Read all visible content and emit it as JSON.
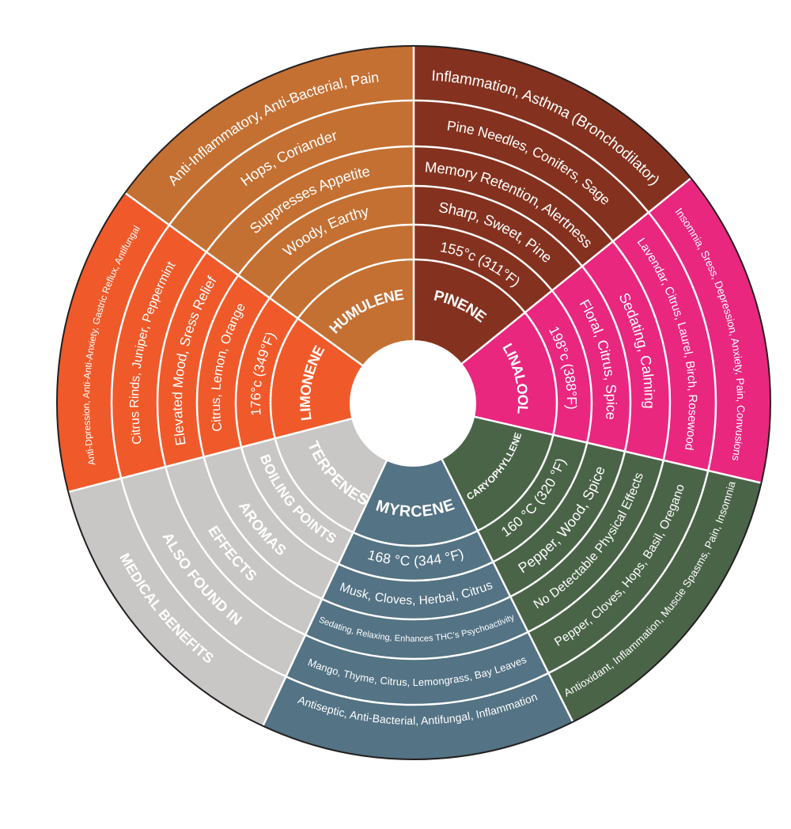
{
  "wheel": {
    "center_hole_color": "#FFFFFF",
    "divider_color": "#FFFFFF",
    "outline_color": "#231F20",
    "text_color": "#FFFFFF",
    "legend": {
      "color": "#C8C7C5",
      "title": "TERPENES",
      "rings": {
        "boiling_points": "BOILING POINTS",
        "aromas": "AROMAS",
        "effects": "EFFECTS",
        "also_found_in": "ALSO FOUND IN",
        "medical_benefits": "MEDICAL BENEFITS"
      }
    },
    "terpenes": [
      {
        "name": "PINENE",
        "color": "#84321F",
        "boiling_point": "155°c (311°F)",
        "aromas": "Sharp, Sweet, Pine",
        "effects": "Memory Retention, Alertness",
        "also_found_in": "Pine Needles, Conifers, Sage",
        "medical_benefits": "Inflammation, Asthma (Bronchodilator)"
      },
      {
        "name": "LINALOOL",
        "color": "#E9277F",
        "boiling_point": "198°c (388°F)",
        "aromas": "Floral, Citrus, Spice",
        "effects": "Sedating, Calming",
        "also_found_in": "Lavendar, Citrus, Laurel, Birch, Rosewood",
        "medical_benefits": "Insomnia, Sress, Depression, Anxiety, Pain, Convusions"
      },
      {
        "name": "CARYOPHYLLENE",
        "color": "#4A6448",
        "boiling_point": "160 °C (320 °F)",
        "aromas": "Pepper, Wood, Spice",
        "effects": "No Detectable Physical Effects",
        "also_found_in": "Pepper, Cloves, Hops, Basil, Oregano",
        "medical_benefits": "Antioxidant, Inflammation, Muscle Spasms, Pain, Insomnia"
      },
      {
        "name": "MYRCENE",
        "color": "#547384",
        "boiling_point": "168 °C (344 °F)",
        "aromas": "Musk, Cloves, Herbal, Citrus",
        "effects": "Sedating, Relaxing, Enhances THC’s Psychoactivity",
        "also_found_in": "Mango, Thyme, Citrus, Lemongrass, Bay Leaves",
        "medical_benefits": "Antiseptic, Anti-Bacterial, Antifungal, Inflammation"
      },
      {
        "name": "LIMONENE",
        "color": "#F05A2A",
        "boiling_point": "176°c (349°F)",
        "aromas": "Citrus, Lemon, Orange",
        "effects": "Elevated Mood, Sress Relief",
        "also_found_in": "Citrus Rinds, Juniper, Peppermint",
        "medical_benefits": "Anti-Dpression, Anti-Anti-Anxiety, Gastric Reflux, Antifungal"
      },
      {
        "name": "HUMULENE",
        "color": "#C47033",
        "aromas": "Woody, Earthy",
        "effects": "Suppresses Appetite",
        "also_found_in": "Hops, Coriander",
        "medical_benefits": "Anti-Inflammatory, Anti-Bacterial, Pain"
      }
    ]
  }
}
